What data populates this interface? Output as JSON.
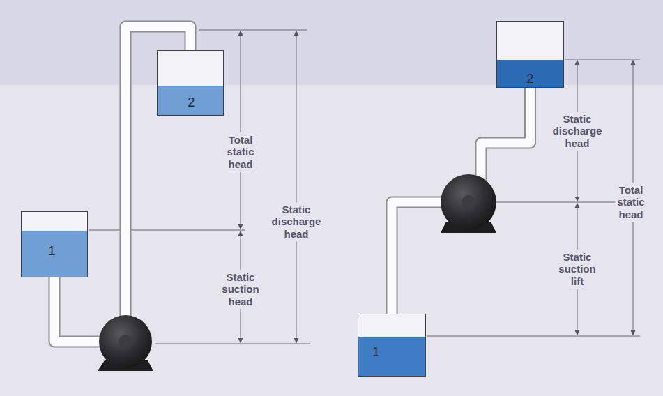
{
  "diagram": {
    "nodes": [
      {
        "text": [
          "1"
        ]
      },
      {
        "text": [
          "2"
        ]
      },
      {
        "text": [
          "2"
        ]
      },
      {
        "text": [
          "1"
        ]
      }
    ],
    "edges": [
      {
        "from": 0,
        "to": 1,
        "arrow": "none"
      },
      {
        "from": 3,
        "to": 2,
        "arrow": "none"
      }
    ],
    "labels": [
      "Total static head",
      "Static discharge head",
      "Static suction head",
      "Static discharge head",
      "Static suction lift",
      "Total static head"
    ]
  }
}
